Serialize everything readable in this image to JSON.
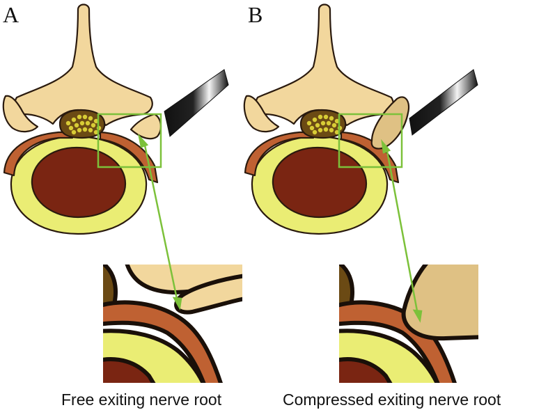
{
  "panels": [
    {
      "letter": "A",
      "caption": "Free exiting nerve root"
    },
    {
      "letter": "B",
      "caption": "Compressed exiting nerve root"
    }
  ],
  "colors": {
    "bone": "#f2d79d",
    "bone_compressed": "#dfc184",
    "disc_outer": "#eaed74",
    "disc_inner": "#7a2512",
    "ligament": "#bf6132",
    "canal": "#6b4a14",
    "cauda_dots": "#d8cc36",
    "zoom_box": "#7cc13a",
    "arrow": "#7cc13a",
    "outline": "#2a1a0e"
  }
}
